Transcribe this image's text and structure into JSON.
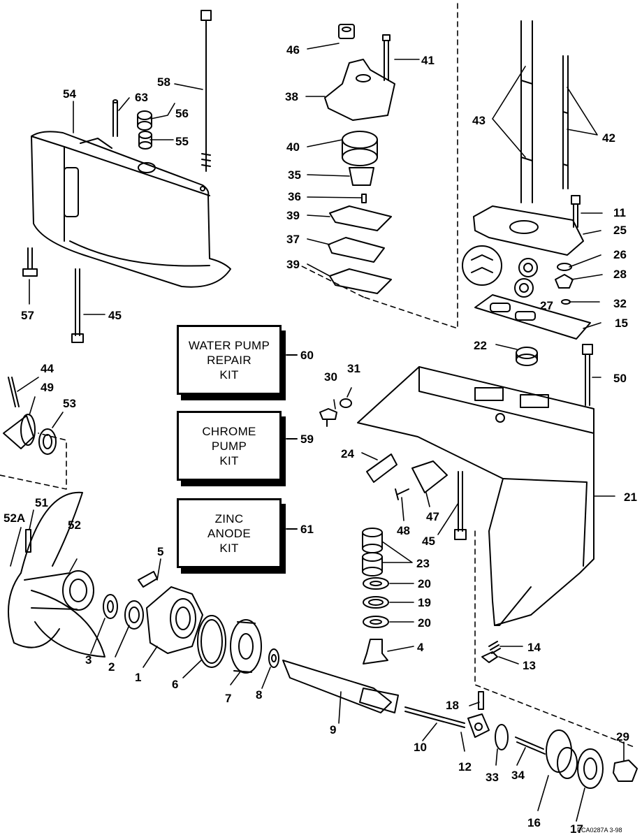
{
  "kits": [
    {
      "text": "WATER PUMP\nREPAIR\nKIT",
      "callout": "60"
    },
    {
      "text": "CHROME\nPUMP\nKIT",
      "callout": "59"
    },
    {
      "text": "ZINC\nANODE\nKIT",
      "callout": "61"
    }
  ],
  "callouts": [
    "1",
    "2",
    "3",
    "4",
    "5",
    "6",
    "7",
    "8",
    "9",
    "10",
    "11",
    "12",
    "13",
    "14",
    "15",
    "16",
    "17",
    "18",
    "19",
    "20",
    "20",
    "21",
    "22",
    "23",
    "24",
    "25",
    "26",
    "27",
    "28",
    "29",
    "30",
    "31",
    "32",
    "33",
    "34",
    "35",
    "36",
    "37",
    "38",
    "39",
    "39",
    "40",
    "41",
    "42",
    "43",
    "44",
    "45",
    "45",
    "46",
    "47",
    "48",
    "49",
    "50",
    "51",
    "52",
    "52A",
    "53",
    "54",
    "55",
    "56",
    "57",
    "58",
    "63"
  ],
  "figure_code": "PCA0287A  3-98"
}
